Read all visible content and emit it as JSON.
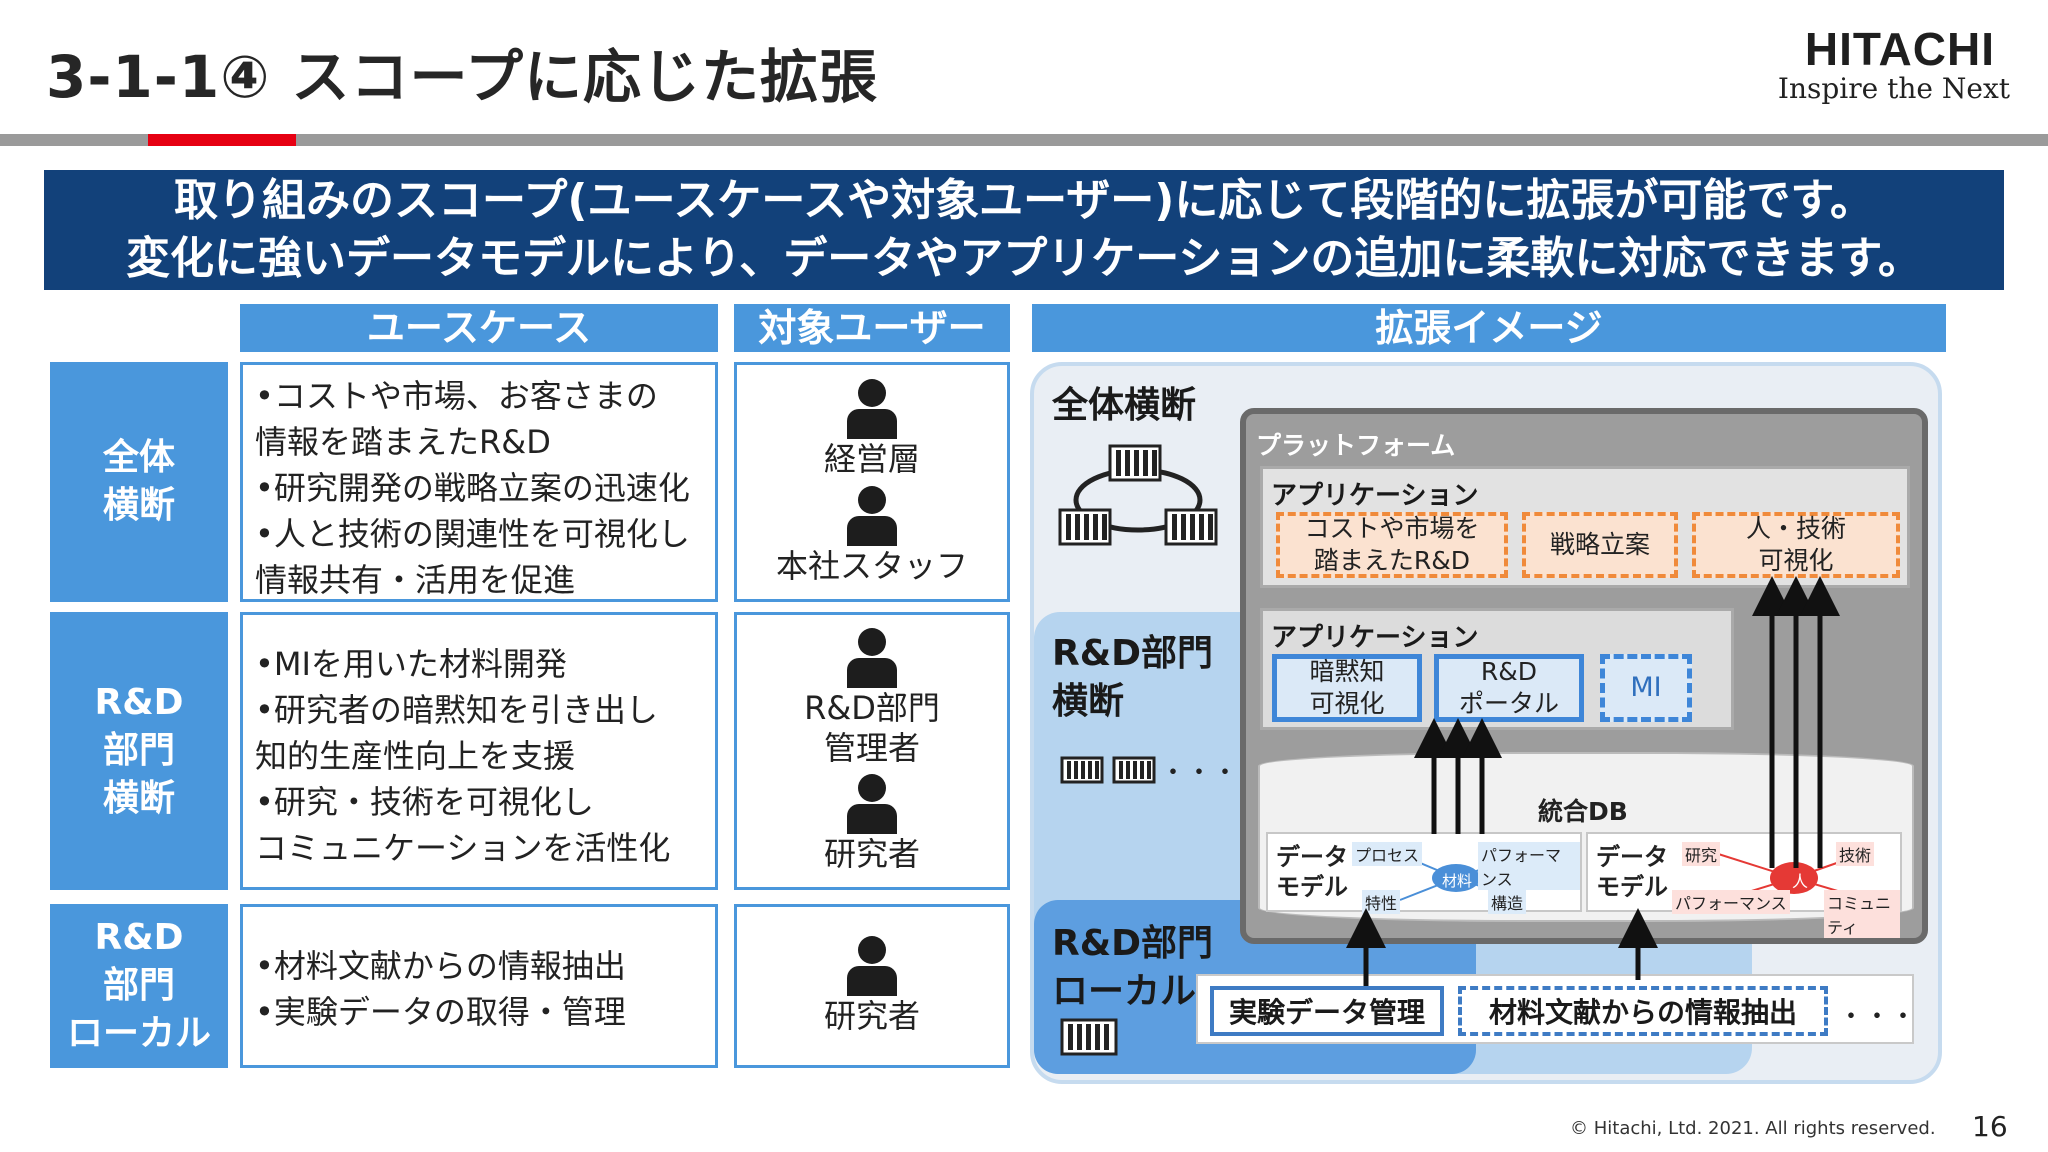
{
  "header": {
    "title": "3-1-1④ スコープに応じた拡張",
    "logo_main": "HITACHI",
    "logo_sub": "Inspire the Next"
  },
  "banner": {
    "line1": "取り組みのスコープ(ユースケースや対象ユーザー)に応じて段階的に拡張が可能です。",
    "line2": "変化に強いデータモデルにより、データやアプリケーションの追加に柔軟に対応できます。"
  },
  "columns": {
    "usecase": "ユースケース",
    "target": "対象ユーザー",
    "image": "拡張イメージ"
  },
  "rows": [
    {
      "label": "全体\n横断",
      "bullets": "•コストや市場、お客さまの\n  情報を踏まえたR&D\n•研究開発の戦略立案の迅速化\n•人と技術の関連性を可視化し\n  情報共有・活用を促進",
      "users": [
        "経営層",
        "本社スタッフ"
      ]
    },
    {
      "label": "R&D\n部門\n横断",
      "bullets": "•MIを用いた材料開発\n•研究者の暗黙知を引き出し\n  知的生産性向上を支援\n•研究・技術を可視化し\n  コミュニケーションを活性化",
      "users": [
        "R&D部門\n管理者",
        "研究者"
      ]
    },
    {
      "label": "R&D\n部門\nローカル",
      "bullets": "•材料文献からの情報抽出\n•実験データの取得・管理",
      "users": [
        "研究者"
      ]
    }
  ],
  "diagram": {
    "scope_all": "全体横断",
    "scope_rd": "R&D部門\n横断",
    "scope_local": "R&D部門\nローカル",
    "ellipsis": "・・・",
    "platform": "プラットフォーム",
    "app_title": "アプリケーション",
    "apps_top": [
      "コストや市場を\n踏まえたR&D",
      "戦略立案",
      "人・技術\n可視化"
    ],
    "apps_mid": [
      "暗黙知\n可視化",
      "R&D\nポータル",
      "MI"
    ],
    "db_title": "統合DB",
    "data_model": "データ\nモデル",
    "model1": {
      "center": "材料",
      "nodes": [
        "プロセス",
        "パフォーマンス",
        "特性",
        "構造"
      ]
    },
    "model2": {
      "center": "人",
      "nodes": [
        "研究",
        "技術",
        "パフォーマンス",
        "コミュニティ"
      ]
    },
    "local_apps": [
      "実験データ管理",
      "材料文献からの情報抽出"
    ]
  },
  "footer": {
    "copyright": "© Hitachi, Ltd. 2021. All rights reserved.",
    "page": "16"
  }
}
